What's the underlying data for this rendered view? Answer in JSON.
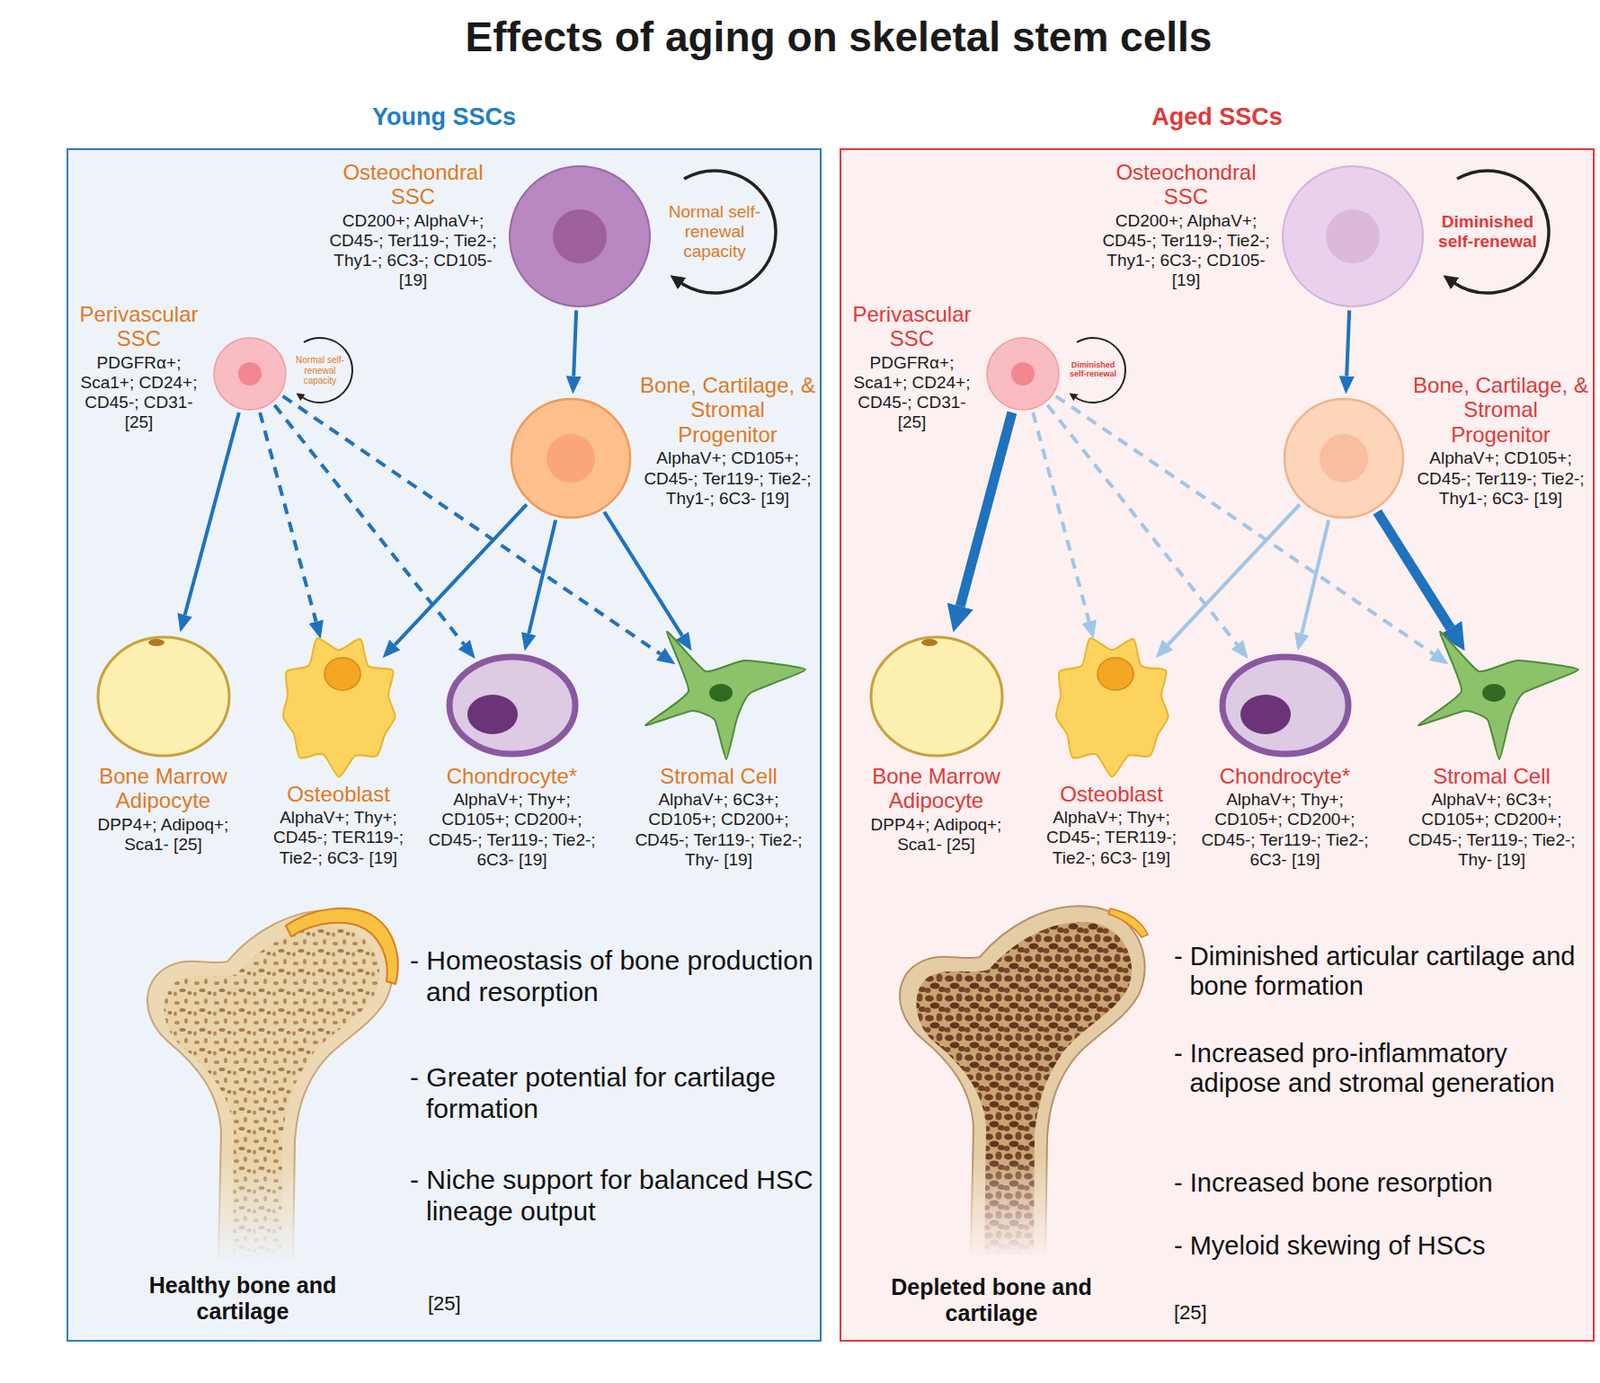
{
  "diagram": {
    "title": "Effects of aging on skeletal stem cells",
    "nodes": [
      {
        "text": [
          "Young SSCs"
        ]
      },
      {
        "text": [
          "Osteochondral SSC",
          "CD200+; AlphaV+; CD45-; Ter119-; Tie2-; Thy1-; 6C3-; CD105- [19]"
        ],
        "in": 0
      },
      {
        "text": [
          "Perivascular SSC",
          "PDGFRα+; Sca1+; CD24+; CD45-; CD31- [25]"
        ],
        "in": 0
      },
      {
        "text": [
          "Bone, Cartilage, & Stromal Progenitor",
          "AlphaV+; CD105+; CD45-; Ter119-; Tie2-; Thy1-; 6C3- [19]"
        ],
        "in": 0
      },
      {
        "text": [
          "Bone Marrow Adipocyte",
          "DPP4+; Adipoq+; Sca1- [25]"
        ],
        "in": 0
      },
      {
        "text": [
          "Osteoblast",
          "AlphaV+; Thy+; CD45-; TER119-; Tie2-; 6C3- [19]"
        ],
        "in": 0
      },
      {
        "text": [
          "Chondrocyte*",
          "AlphaV+; Thy+; CD105+; CD200+; CD45-; Ter119-; Tie2-; 6C3- [19]"
        ],
        "in": 0
      },
      {
        "text": [
          "Stromal Cell",
          "AlphaV+; 6C3+; CD105+; CD200+; CD45-; Ter119-; Tie2-; Thy- [19]"
        ],
        "in": 0
      },
      {
        "text": [
          "Aged SSCs"
        ]
      },
      {
        "text": [
          "Osteochondral SSC",
          "CD200+; AlphaV+; CD45-; Ter119-; Tie2-; Thy1-; 6C3-; CD105- [19]"
        ],
        "in": 8
      },
      {
        "text": [
          "Perivascular SSC",
          "PDGFRα+; Sca1+; CD24+; CD45-; CD31- [25]"
        ],
        "in": 8
      },
      {
        "text": [
          "Bone, Cartilage, & Stromal Progenitor",
          "AlphaV+; CD105+; CD45-; Ter119-; Tie2-; Thy1-; 6C3- [19]"
        ],
        "in": 8
      },
      {
        "text": [
          "Bone Marrow Adipocyte",
          "DPP4+; Adipoq+; Sca1- [25]"
        ],
        "in": 8
      },
      {
        "text": [
          "Osteoblast",
          "AlphaV+; Thy+; CD45-; TER119-; Tie2-; 6C3- [19]"
        ],
        "in": 8
      },
      {
        "text": [
          "Chondrocyte*",
          "AlphaV+; Thy+; CD105+; CD200+; CD45-; Ter119-; Tie2-; 6C3- [19]"
        ],
        "in": 8
      },
      {
        "text": [
          "Stromal Cell",
          "AlphaV+; 6C3+; CD105+; CD200+; CD45-; Ter119-; Tie2-; Thy- [19]"
        ],
        "in": 8
      }
    ],
    "edges": [
      {
        "from": 1,
        "to": 3,
        "arrow": "to"
      },
      {
        "from": 2,
        "to": 4,
        "arrow": "to"
      },
      {
        "from": 2,
        "to": 5,
        "arrow": "to"
      },
      {
        "from": 2,
        "to": 6,
        "arrow": "to"
      },
      {
        "from": 2,
        "to": 7,
        "arrow": "to"
      },
      {
        "from": 3,
        "to": 5,
        "arrow": "to"
      },
      {
        "from": 3,
        "to": 6,
        "arrow": "to"
      },
      {
        "from": 3,
        "to": 7,
        "arrow": "to"
      },
      {
        "from": 9,
        "to": 11,
        "arrow": "to"
      },
      {
        "from": 10,
        "to": 12,
        "arrow": "to"
      },
      {
        "from": 10,
        "to": 13,
        "arrow": "to"
      },
      {
        "from": 10,
        "to": 14,
        "arrow": "to"
      },
      {
        "from": 10,
        "to": 15,
        "arrow": "to"
      },
      {
        "from": 11,
        "to": 13,
        "arrow": "to"
      },
      {
        "from": 11,
        "to": 14,
        "arrow": "to"
      },
      {
        "from": 11,
        "to": 15,
        "arrow": "to"
      }
    ],
    "labels": [
      "Normal self-renewal capacity",
      "Normal self-renewal capacity",
      "- Homeostasis of bone production and resorption",
      "- Greater potential for cartilage formation",
      "- Niche support for balanced HSC lineage output",
      "Healthy bone and cartilage",
      "[25]",
      "Diminished self-renewal",
      "Diminished self-renewal",
      "- Diminished articular cartilage and bone formation",
      "- Increased pro-inflammatory adipose and stromal generation",
      "- Increased bone resorption",
      "- Myeloid skewing of HSCs",
      "Depleted bone and cartilage",
      "[25]"
    ]
  }
}
